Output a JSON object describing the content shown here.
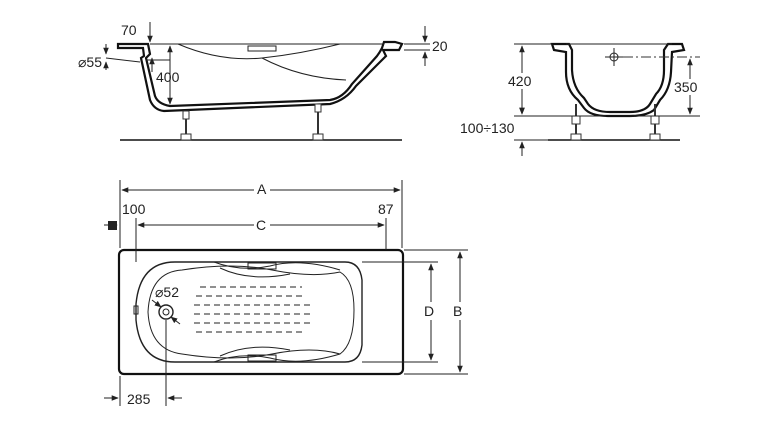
{
  "side_view": {
    "dim_rim_70": "70",
    "dim_overflow_55": "⌀55",
    "dim_height_400": "400",
    "dim_rim_20": "20"
  },
  "end_view": {
    "dim_height_420": "420",
    "dim_depth_350": "350",
    "dim_feet_range": "100÷130"
  },
  "plan_view": {
    "dim_a": "A",
    "dim_c": "C",
    "dim_left_100": "100",
    "dim_right_87": "87",
    "dim_d": "D",
    "dim_b": "B",
    "dim_drain_52": "⌀52",
    "dim_drain_285": "285"
  }
}
